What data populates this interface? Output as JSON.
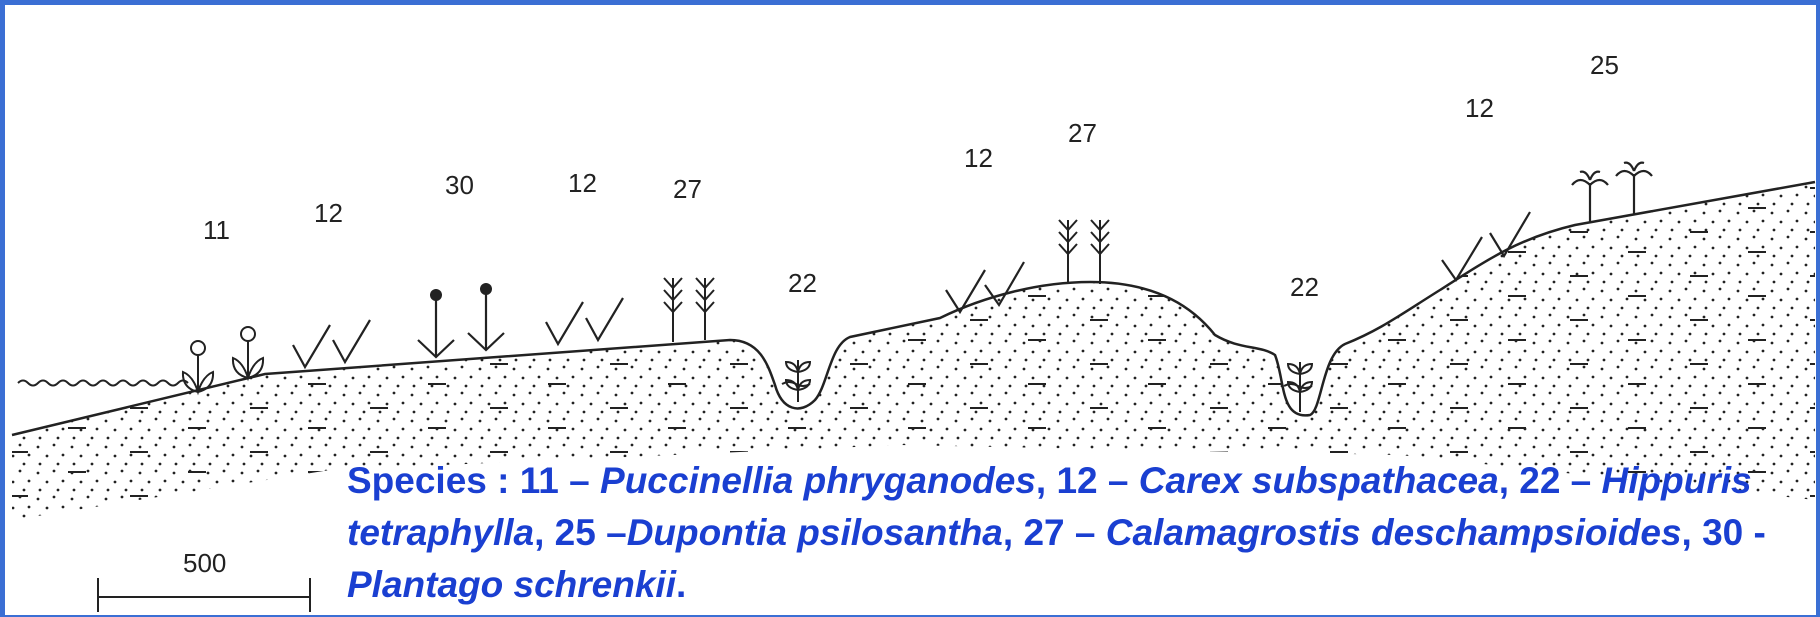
{
  "diagram": {
    "labels": [
      {
        "id": "11a",
        "text": "11"
      },
      {
        "id": "12a",
        "text": "12"
      },
      {
        "id": "30a",
        "text": "30"
      },
      {
        "id": "12b",
        "text": "12"
      },
      {
        "id": "27a",
        "text": "27"
      },
      {
        "id": "22a",
        "text": "22"
      },
      {
        "id": "12c",
        "text": "12"
      },
      {
        "id": "27b",
        "text": "27"
      },
      {
        "id": "22b",
        "text": "22"
      },
      {
        "id": "12d",
        "text": "12"
      },
      {
        "id": "25a",
        "text": "25"
      }
    ],
    "scale_bar": "500"
  },
  "legend": {
    "lead": "Species : 11 – ",
    "items": [
      {
        "name": "Puccinellia phryganodes",
        "after": ", 12 – "
      },
      {
        "name": "Carex subspathacea",
        "after": ", 22 – "
      },
      {
        "name": "Hippuris tetraphylla",
        "after": ", 25 –"
      },
      {
        "name": "Dupontia psilosantha",
        "after": ", 27 – "
      },
      {
        "name": "Calamagrostis deschampsioides",
        "after": ", 30 - "
      },
      {
        "name": "Plantago schrenkii",
        "after": "."
      }
    ]
  }
}
